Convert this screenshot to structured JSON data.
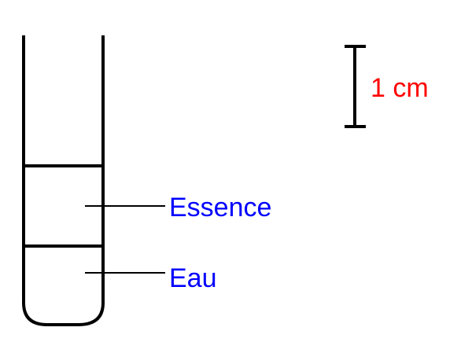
{
  "labels": {
    "essence": "Essence",
    "eau": "Eau",
    "scale": "1 cm"
  },
  "colors": {
    "label_text": "#0000ff",
    "scale_text": "#ff0000",
    "stroke": "#000000"
  }
}
